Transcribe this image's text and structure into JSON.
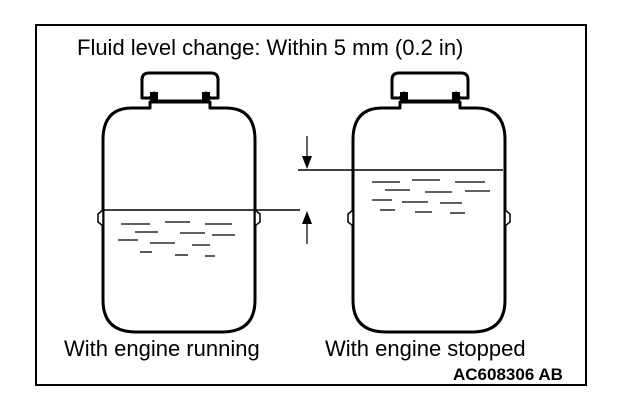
{
  "title": "Fluid level change: Within 5 mm (0.2 in)",
  "captions": {
    "left": "With engine running",
    "right": "With engine stopped"
  },
  "figure_code": "AC608306 AB",
  "colors": {
    "line": "#000000",
    "background": "#ffffff"
  }
}
